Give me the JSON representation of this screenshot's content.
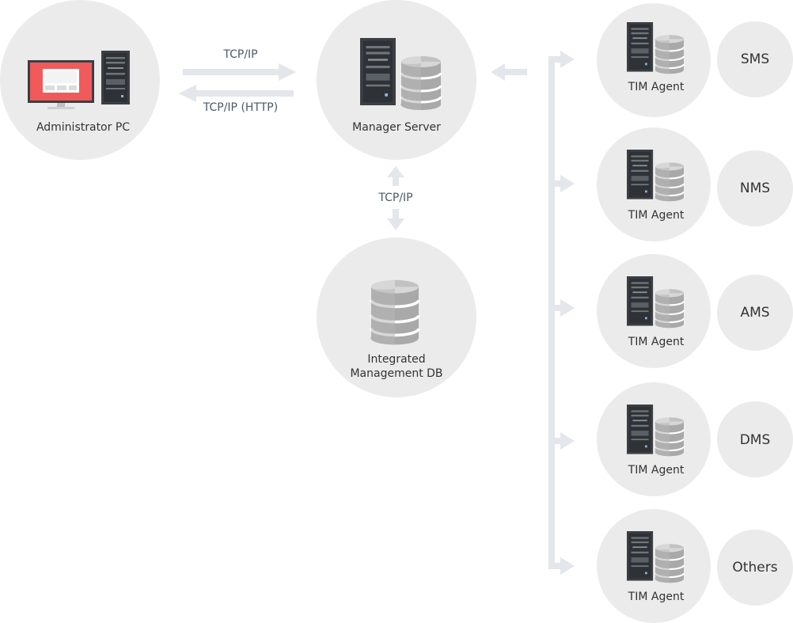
{
  "nodes": {
    "admin": {
      "label": "Administrator PC"
    },
    "manager": {
      "label": "Manager Server"
    },
    "db": {
      "label_line1": "Integrated",
      "label_line2": "Management DB"
    }
  },
  "edges": {
    "admin_to_manager": "TCP/IP",
    "manager_to_admin": "TCP/IP (HTTP)",
    "manager_db": "TCP/IP"
  },
  "agents": [
    {
      "label": "TIM Agent",
      "system": "SMS"
    },
    {
      "label": "TIM Agent",
      "system": "NMS"
    },
    {
      "label": "TIM Agent",
      "system": "AMS"
    },
    {
      "label": "TIM Agent",
      "system": "DMS"
    },
    {
      "label": "TIM Agent",
      "system": "Others"
    }
  ],
  "colors": {
    "circle": "#ebebeb",
    "arrow": "#e3e6ea",
    "server_dark": "#3a3f45",
    "monitor_red": "#f05a5a",
    "db_gray": "#9a9a9a"
  }
}
